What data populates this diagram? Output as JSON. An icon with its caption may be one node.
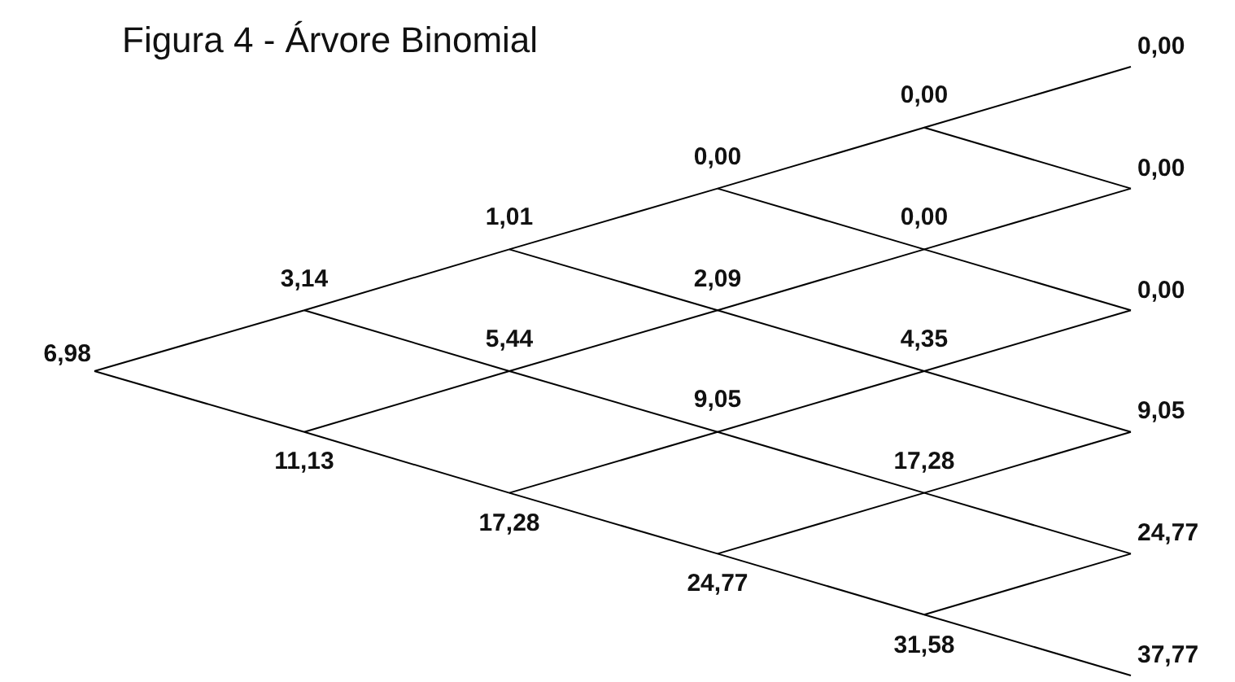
{
  "diagram": {
    "title": "Figura 4 - Árvore Binomial",
    "nodes": [
      {
        "text": [
          "6,98"
        ]
      },
      {
        "text": [
          "3,14"
        ]
      },
      {
        "text": [
          "11,13"
        ]
      },
      {
        "text": [
          "1,01"
        ]
      },
      {
        "text": [
          "5,44"
        ]
      },
      {
        "text": [
          "17,28"
        ]
      },
      {
        "text": [
          "0,00"
        ]
      },
      {
        "text": [
          "2,09"
        ]
      },
      {
        "text": [
          "9,05"
        ]
      },
      {
        "text": [
          "24,77"
        ]
      },
      {
        "text": [
          "0,00"
        ]
      },
      {
        "text": [
          "0,00"
        ]
      },
      {
        "text": [
          "4,35"
        ]
      },
      {
        "text": [
          "17,28"
        ]
      },
      {
        "text": [
          "31,58"
        ]
      },
      {
        "text": [
          "0,00"
        ]
      },
      {
        "text": [
          "0,00"
        ]
      },
      {
        "text": [
          "0,00"
        ]
      },
      {
        "text": [
          "9,05"
        ]
      },
      {
        "text": [
          "24,77"
        ]
      },
      {
        "text": [
          "37,77"
        ]
      }
    ],
    "edges": [
      {
        "from": 0,
        "to": 1,
        "arrow": "none"
      },
      {
        "from": 0,
        "to": 2,
        "arrow": "none"
      },
      {
        "from": 1,
        "to": 3,
        "arrow": "none"
      },
      {
        "from": 1,
        "to": 4,
        "arrow": "none"
      },
      {
        "from": 2,
        "to": 4,
        "arrow": "none"
      },
      {
        "from": 2,
        "to": 5,
        "arrow": "none"
      },
      {
        "from": 3,
        "to": 6,
        "arrow": "none"
      },
      {
        "from": 3,
        "to": 7,
        "arrow": "none"
      },
      {
        "from": 4,
        "to": 7,
        "arrow": "none"
      },
      {
        "from": 4,
        "to": 8,
        "arrow": "none"
      },
      {
        "from": 5,
        "to": 8,
        "arrow": "none"
      },
      {
        "from": 5,
        "to": 9,
        "arrow": "none"
      },
      {
        "from": 6,
        "to": 10,
        "arrow": "none"
      },
      {
        "from": 6,
        "to": 11,
        "arrow": "none"
      },
      {
        "from": 7,
        "to": 11,
        "arrow": "none"
      },
      {
        "from": 7,
        "to": 12,
        "arrow": "none"
      },
      {
        "from": 8,
        "to": 12,
        "arrow": "none"
      },
      {
        "from": 8,
        "to": 13,
        "arrow": "none"
      },
      {
        "from": 9,
        "to": 13,
        "arrow": "none"
      },
      {
        "from": 9,
        "to": 14,
        "arrow": "none"
      },
      {
        "from": 10,
        "to": 15,
        "arrow": "none"
      },
      {
        "from": 10,
        "to": 16,
        "arrow": "none"
      },
      {
        "from": 11,
        "to": 16,
        "arrow": "none"
      },
      {
        "from": 11,
        "to": 17,
        "arrow": "none"
      },
      {
        "from": 12,
        "to": 17,
        "arrow": "none"
      },
      {
        "from": 12,
        "to": 18,
        "arrow": "none"
      },
      {
        "from": 13,
        "to": 18,
        "arrow": "none"
      },
      {
        "from": 13,
        "to": 19,
        "arrow": "none"
      },
      {
        "from": 14,
        "to": 19,
        "arrow": "none"
      },
      {
        "from": 14,
        "to": 20,
        "arrow": "none"
      }
    ]
  }
}
